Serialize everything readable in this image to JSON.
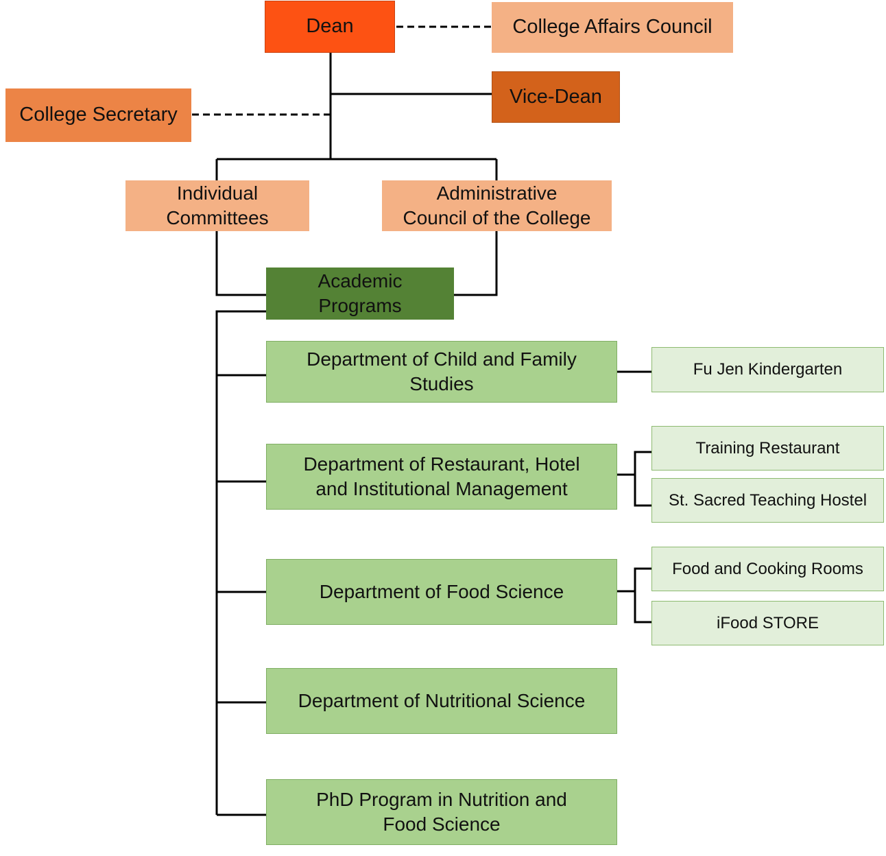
{
  "nodes": {
    "dean": "Dean",
    "college_affairs_council": "College Affairs Council",
    "vice_dean": "Vice-Dean",
    "college_secretary": "College Secretary",
    "individual_committees": "Individual\nCommittees",
    "administrative_council": "Administrative\nCouncil of the College",
    "academic_programs": "Academic\nPrograms"
  },
  "departments": {
    "child_family": "Department of Child and Family\nStudies",
    "restaurant_hotel": "Department of Restaurant, Hotel\nand Institutional Management",
    "food_science": "Department of Food Science",
    "nutritional_science": "Department of Nutritional Science",
    "phd_program": "PhD Program in Nutrition and\nFood Science"
  },
  "units": {
    "kindergarten": "Fu Jen Kindergarten",
    "training_restaurant": "Training Restaurant",
    "teaching_hostel": "St. Sacred Teaching Hostel",
    "cooking_rooms": "Food and Cooking Rooms",
    "ifood_store": "iFood STORE"
  },
  "colors": {
    "dean": "#fd5213",
    "vice_dean": "#d3621b",
    "secretary": "#ec8446",
    "council": "#f4b185",
    "academic": "#548235",
    "department": "#a9d18e",
    "unit": "#e2efda"
  }
}
